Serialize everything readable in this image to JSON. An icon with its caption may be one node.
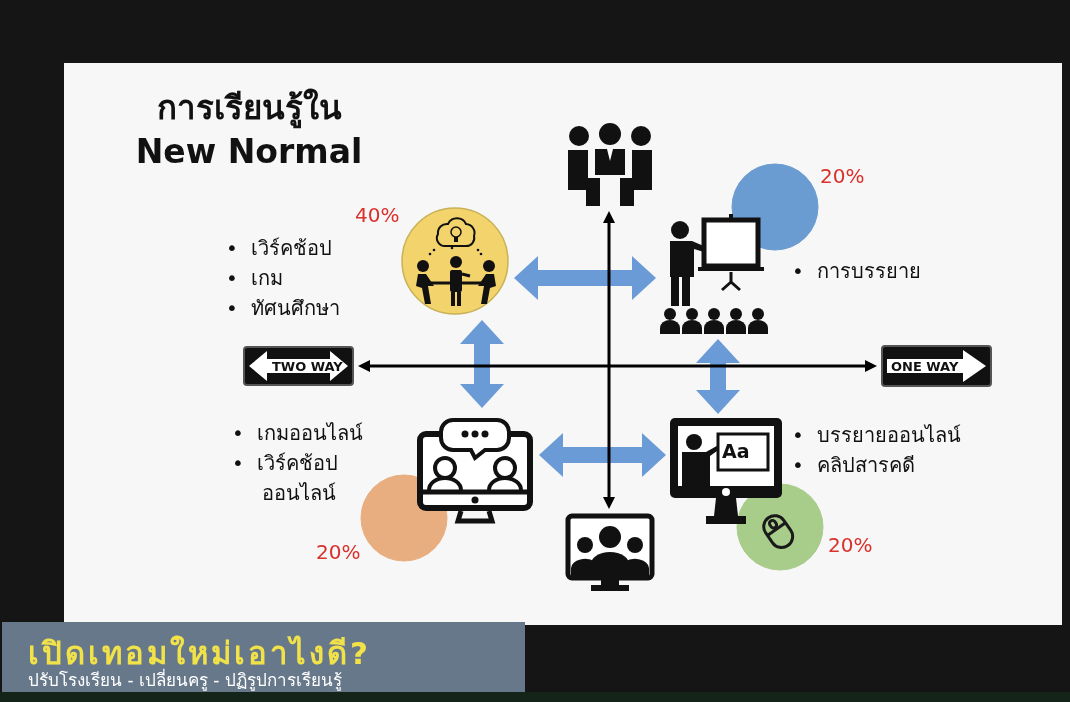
{
  "diagram": {
    "title": "การเรียนรู้ใน New Normal",
    "nodes": [
      {
        "text": [],
        "shape": "picture",
        "beside": [
          "40%",
          "•  เวิร์คช้อป",
          "•  เกม",
          "•  ทัศนศึกษา"
        ]
      },
      {
        "text": [],
        "shape": "picture",
        "beside": [
          "20%",
          "•  การบรรยาย"
        ]
      },
      {
        "text": [],
        "shape": "picture",
        "beside": [
          "•  เกมออนไลน์",
          "•  เวิร์คช้อป ออนไลน์",
          "20%"
        ]
      },
      {
        "text": [],
        "shape": "picture",
        "beside": [
          "•  บรรยายออนไลน์",
          "•  คลิปสารคดี",
          "20%"
        ]
      },
      {
        "text": [],
        "shape": "picture"
      },
      {
        "text": [],
        "shape": "picture"
      },
      {
        "text": [
          "TWO WAY"
        ]
      },
      {
        "text": [
          "ONE WAY"
        ]
      }
    ],
    "edges": [
      {
        "from": 0,
        "to": 1,
        "arrow": "both"
      },
      {
        "from": 0,
        "to": 2,
        "arrow": "both"
      },
      {
        "from": 1,
        "to": 3,
        "arrow": "both"
      },
      {
        "from": 2,
        "to": 3,
        "arrow": "both"
      },
      {
        "from": 6,
        "to": 7,
        "arrow": "both",
        "color": "#000000"
      },
      {
        "from": 4,
        "to": 5,
        "arrow": "both",
        "color": "#000000"
      }
    ],
    "labels": [
      "Aa",
      "เปิดเทอมใหม่เอาไงดี?",
      "ปรับโรงเรียน - เปลี่ยนครู - ปฏิรูปการเรียนรู้"
    ]
  }
}
